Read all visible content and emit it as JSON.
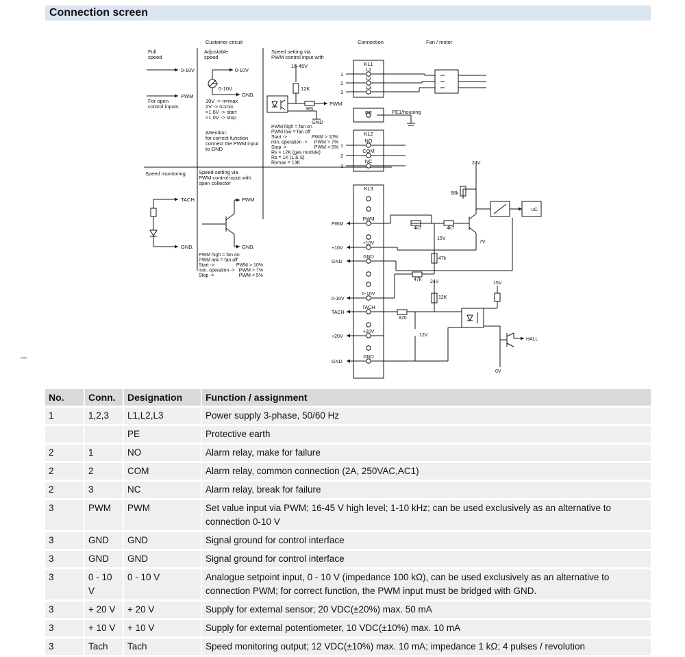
{
  "section": {
    "title": "Connection screen"
  },
  "diagram": {
    "customer_circuit": "Customer circuit",
    "connection": "Connection",
    "fan_motor": "Fan / motor",
    "full_speed": [
      "Full",
      "speed"
    ],
    "adjustable_speed": [
      "Adjustable",
      "speed"
    ],
    "speed_pwm_input": [
      "Speed setting via",
      "PWM control input with"
    ],
    "open_control_inputs": [
      "For open",
      "control inputs"
    ],
    "pot_notes": [
      "10V -> n=max",
      "2V -> n=min",
      ">1.6V -> start",
      "<1.0V -> stop"
    ],
    "attention": [
      "Attention:",
      "for correct function",
      "connect the PWM input",
      "to GND"
    ],
    "pwm_notes_right": [
      [
        "PWM high = fan on",
        ""
      ],
      [
        "PWM low  = fan off",
        ""
      ],
      [
        "Start ->",
        "PWM > 10%"
      ],
      [
        "min. operation ->",
        "PWM >  7%"
      ],
      [
        "Stop ->",
        "PWM <  5%"
      ],
      [
        "Rs = 12K (gas module)",
        ""
      ],
      [
        "Rs = 1K (L & S)",
        ""
      ],
      [
        "Rsmax = 13K",
        ""
      ]
    ],
    "speed_monitoring": "Speed monitoring",
    "speed_open_collector": [
      "Speed setting via",
      "PWM control input with",
      "open collector"
    ],
    "pwm_notes_left": [
      [
        "PWM high = fan on",
        ""
      ],
      [
        "PWM low  = fan off",
        ""
      ],
      [
        "Start ->",
        "PWM > 10%"
      ],
      [
        "min. operation ->",
        "PWM >  7%"
      ],
      [
        "Stop ->",
        "PWM <  5%"
      ]
    ],
    "lbl_0_10v": "0-10V",
    "lbl_pwm": "PWM",
    "lbl_gnd": "GND.",
    "lbl_gnd_short": "GND",
    "lbl_tach": "TACH",
    "lbl_16_45v": "16-45V",
    "lbl_12k": "12K",
    "lbl_rs": "RS",
    "lbl_plus10v": "+10V",
    "lbl_plus20v": "+20V",
    "lbl_0_10v_pin": "0-10V",
    "lbl_pe": "PE",
    "lbl_pe_housing": "PE1/housing",
    "lbl_kl1": "KL1",
    "lbl_kl2": "KL2",
    "lbl_kl3": "KL3",
    "kl1_pins": [
      "L1",
      "L2",
      "L3"
    ],
    "kl2_pins": [
      "NO",
      "COM",
      "NC"
    ],
    "wire_nums": [
      "1",
      "2",
      "3"
    ],
    "lbl_24v": "24V",
    "lbl_15v": "15V",
    "lbl_7v": "7V",
    "lbl_12v": "12V",
    "lbl_68k": "68k",
    "lbl_4k7": "4k7",
    "lbl_47k": "47k",
    "lbl_820": "820",
    "lbl_uc": "uC",
    "lbl_hall": "HALL",
    "lbl_0v": "0V"
  },
  "table": {
    "headers": [
      "No.",
      "Conn.",
      "Designation",
      "Function / assignment"
    ],
    "rows": [
      [
        "1",
        "1,2,3",
        "L1,L2,L3",
        "Power supply 3-phase, 50/60 Hz"
      ],
      [
        "",
        "",
        "PE",
        "Protective earth"
      ],
      [
        "2",
        "1",
        "NO",
        "Alarm relay, make for failure"
      ],
      [
        "2",
        "2",
        "COM",
        "Alarm relay, common connection (2A, 250VAC,AC1)"
      ],
      [
        "2",
        "3",
        "NC",
        "Alarm relay, break for failure"
      ],
      [
        "3",
        "PWM",
        "PWM",
        "Set value input via PWM; 16-45 V high level; 1-10 kHz; can be used exclusively as an alternative to connection 0-10 V"
      ],
      [
        "3",
        "GND",
        "GND",
        "Signal ground for control interface"
      ],
      [
        "3",
        "GND",
        "GND",
        "Signal ground for control interface"
      ],
      [
        "3",
        "0 - 10 V",
        "0 - 10 V",
        "Analogue setpoint input, 0 - 10 V (impedance 100 kΩ), can be used exclusively as an alternative to connection PWM; for correct function, the PWM input must be bridged with GND."
      ],
      [
        "3",
        "+ 20 V",
        "+ 20 V",
        "Supply for external sensor; 20 VDC(±20%) max. 50 mA"
      ],
      [
        "3",
        "+ 10 V",
        "+ 10 V",
        "Supply for external potentiometer, 10 VDC(±10%) max. 10 mA"
      ],
      [
        "3",
        "Tach",
        "Tach",
        "Speed monitoring output; 12 VDC(±10%) max. 10 mA; impedance 1 kΩ; 4 pulses / revolution"
      ]
    ]
  }
}
